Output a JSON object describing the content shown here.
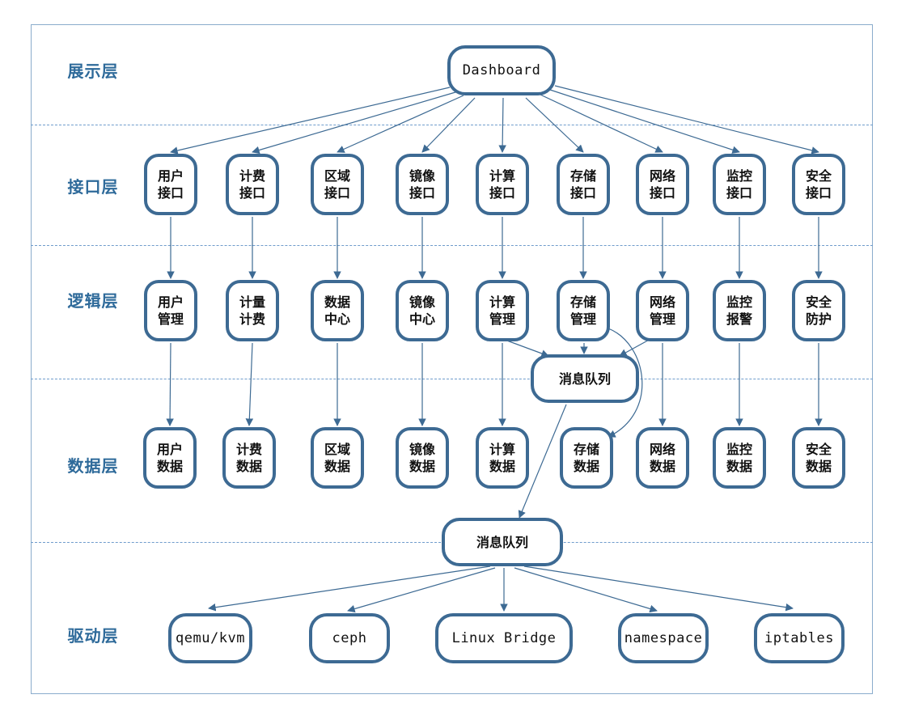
{
  "layers": [
    {
      "label": "展示层"
    },
    {
      "label": "接口层"
    },
    {
      "label": "逻辑层"
    },
    {
      "label": "数据层"
    },
    {
      "label": "驱动层"
    }
  ],
  "top": {
    "label": "Dashboard"
  },
  "interfaces": [
    "用户\n接口",
    "计费\n接口",
    "区域\n接口",
    "镜像\n接口",
    "计算\n接口",
    "存储\n接口",
    "网络\n接口",
    "监控\n接口",
    "安全\n接口"
  ],
  "logic": [
    "用户\n管理",
    "计量\n计费",
    "数据\n中心",
    "镜像\n中心",
    "计算\n管理",
    "存储\n管理",
    "网络\n管理",
    "监控\n报警",
    "安全\n防护"
  ],
  "data": [
    "用户\n数据",
    "计费\n数据",
    "区域\n数据",
    "镜像\n数据",
    "计算\n数据",
    "存储\n数据",
    "网络\n数据",
    "监控\n数据",
    "安全\n数据"
  ],
  "mq_logic": {
    "label": "消息队列"
  },
  "mq_driver": {
    "label": "消息队列"
  },
  "drivers": [
    "qemu/kvm",
    "ceph",
    "Linux Bridge",
    "namespace",
    "iptables"
  ],
  "colors": {
    "accent": "#3d6a93",
    "label": "#2e6a9a",
    "separator": "#6f9ccc"
  }
}
